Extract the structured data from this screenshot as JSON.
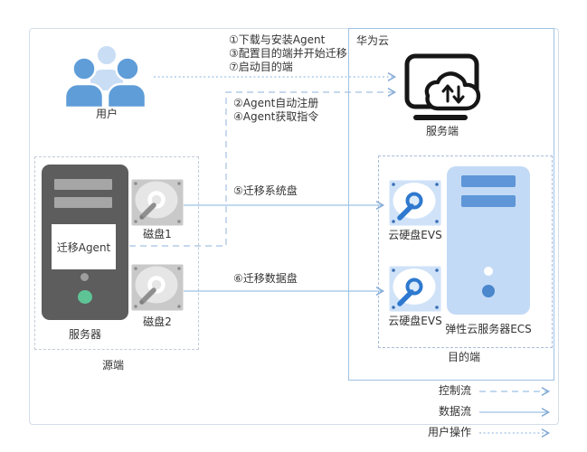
{
  "zones": {
    "huawei_cloud": {
      "label": "华为云"
    },
    "source": {
      "label": "源端"
    },
    "destination": {
      "label": "目的端"
    }
  },
  "nodes": {
    "user": {
      "label": "用户"
    },
    "server_side": {
      "label": "服务端"
    },
    "source_server": {
      "label": "服务器",
      "agent": "迁移Agent",
      "disk1": "磁盘1",
      "disk2": "磁盘2"
    },
    "evs1": {
      "label": "云硬盘EVS"
    },
    "evs2": {
      "label": "云硬盘EVS"
    },
    "ecs": {
      "label": "弹性云服务器ECS"
    }
  },
  "annotations": {
    "user_steps": [
      "①下载与安装Agent",
      "③配置目的端并开始迁移",
      "⑦启动目的端"
    ],
    "agent_steps": [
      "②Agent自动注册",
      "④Agent获取指令"
    ],
    "migrate_system_disk": "⑤迁移系统盘",
    "migrate_data_disk": "⑥迁移数据盘"
  },
  "legend": {
    "items": [
      {
        "label": "控制流",
        "style": "dashed"
      },
      {
        "label": "数据流",
        "style": "solid"
      },
      {
        "label": "用户操作",
        "style": "dotted"
      }
    ]
  },
  "icons": {
    "user": "people-group-icon",
    "server_side": "monitor-cloud-sync-icon",
    "source_disk": "hdd-platter-icon",
    "evs_disk": "cloud-hdd-platter-icon"
  },
  "colors": {
    "flow_blue": "#9cc2e5",
    "box_border_blue": "#9dc3e6",
    "person_blue": "#5f9dd8",
    "person_light": "#c9ddf4",
    "tower_gray": "#5d5d5d",
    "led_green": "#5ec496",
    "evs_square_blue": "#cfe2f8",
    "ecs_body_blue": "#c3daf6",
    "disk_accent_blue": "#2e79cf",
    "icon_outline_black": "#161616"
  }
}
